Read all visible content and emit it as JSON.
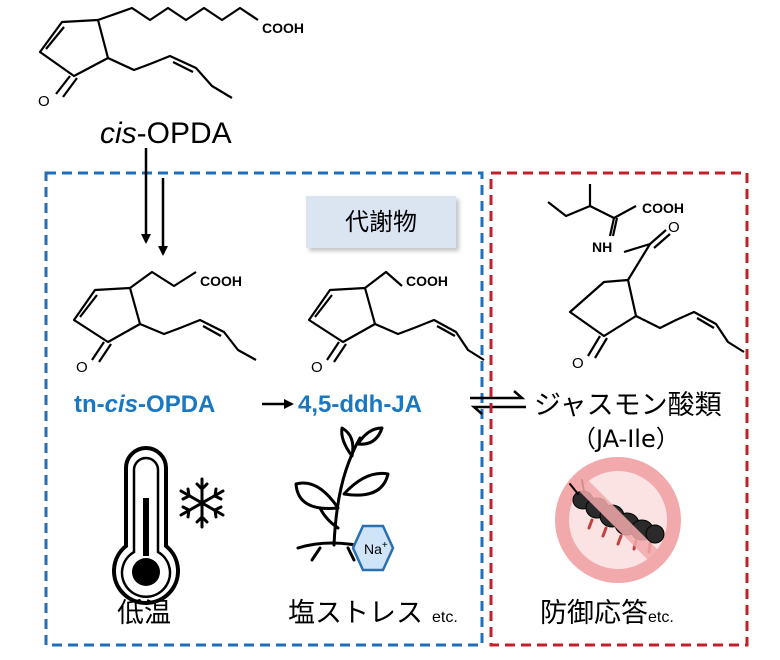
{
  "top_compound": {
    "name_italic": "cis",
    "name_rest": "-OPDA",
    "group": "COOH",
    "ketone_o": "O"
  },
  "metabolism_box": {
    "badge": "代謝物",
    "color": "#1f6fb8"
  },
  "tn_compound": {
    "prefix": "tn-",
    "italic": "cis",
    "suffix": "-OPDA",
    "group": "COOH",
    "ketone_o": "O"
  },
  "ddh_compound": {
    "name": "4,5-ddh-JA",
    "group": "COOH",
    "ketone_o": "O"
  },
  "jasmonate": {
    "name": "ジャスモン酸類",
    "sub": "（JA-Ile）",
    "group": "COOH",
    "amine": "NH",
    "ketone_o": "O",
    "amide_o": "O"
  },
  "stress_box": {
    "color": "#c0202a"
  },
  "low_temp": {
    "label": "低温",
    "icons": [
      "thermometer-icon",
      "snowflake-icon"
    ]
  },
  "salt": {
    "label": "塩ストレス",
    "etc": "etc.",
    "ion": "Na",
    "ion_charge": "+"
  },
  "defense": {
    "label": "防御応答",
    "etc": "etc."
  },
  "colors": {
    "blue_text": "#1a78c2",
    "badge_bg": "#dbe4f1"
  }
}
